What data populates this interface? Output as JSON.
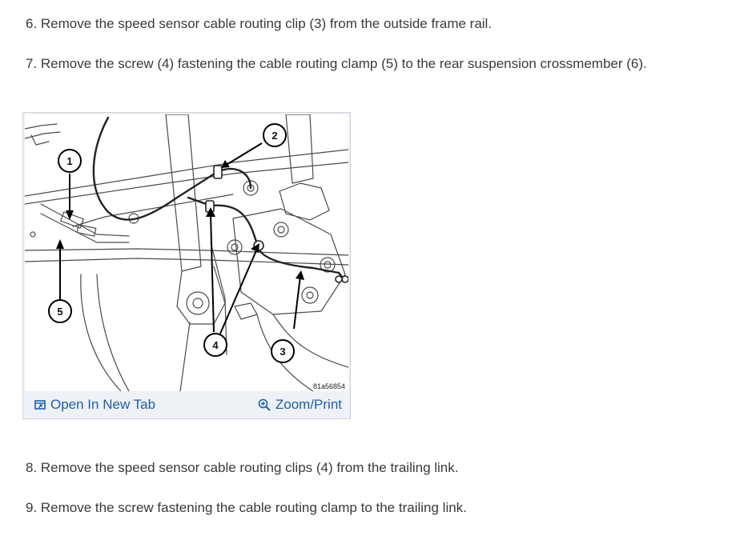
{
  "steps": {
    "step6": "6. Remove the speed sensor cable routing clip (3) from the outside frame rail.",
    "step7": "7. Remove the screw (4) fastening the cable routing clamp (5) to the rear suspension crossmember (6).",
    "step8": "8. Remove the speed sensor cable routing clips (4) from the trailing link.",
    "step9": "9. Remove the screw fastening the cable routing clamp to the trailing link."
  },
  "figure": {
    "callouts": [
      "1",
      "2",
      "3",
      "4",
      "5"
    ],
    "figure_id": "81a56854",
    "open_tab_label": "Open In New Tab",
    "zoom_label": "Zoom/Print",
    "open_tab_icon": "open-in-new-tab-icon",
    "zoom_icon": "zoom-in-icon",
    "link_color": "#1f5fa8"
  }
}
